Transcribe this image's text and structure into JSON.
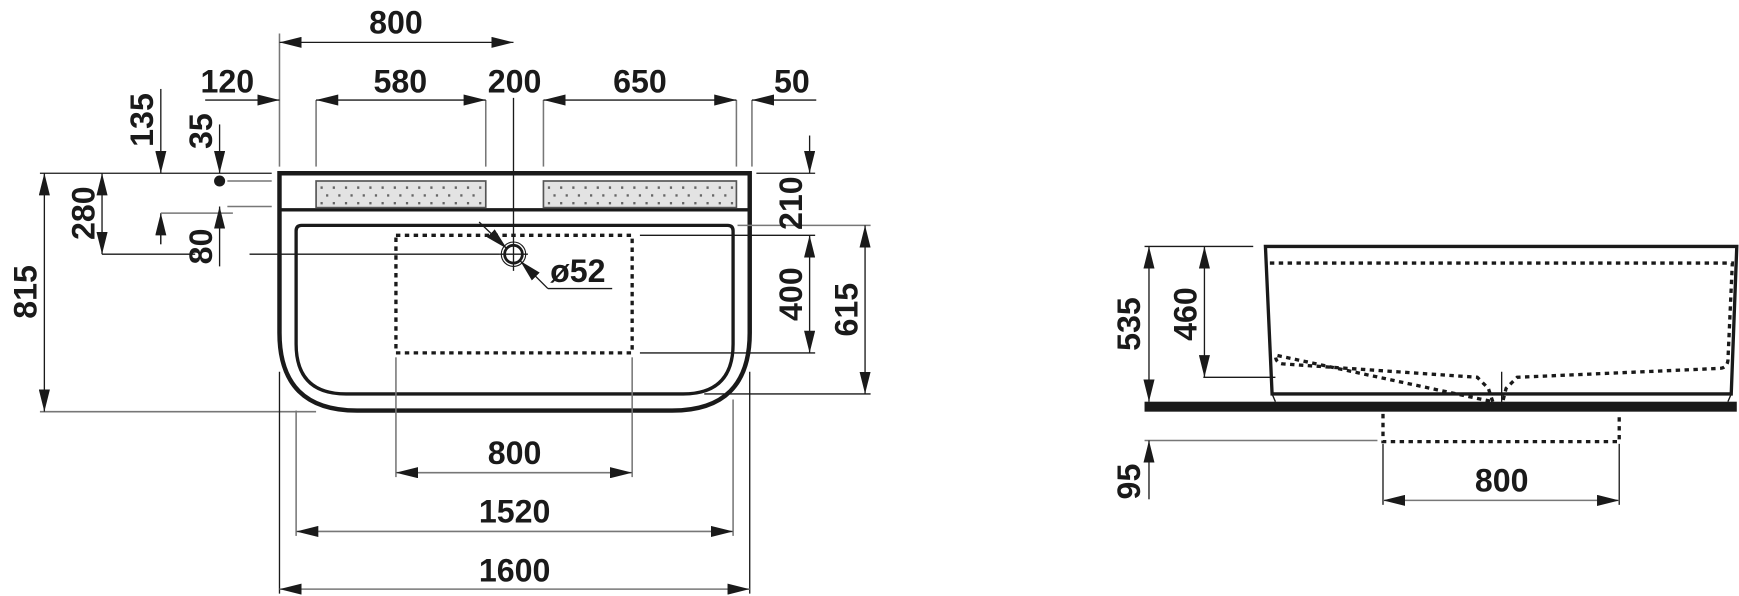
{
  "drawing": {
    "type": "technical dimension drawing",
    "subject": "washbasin",
    "units": "mm",
    "colors": {
      "line": "#1a1a1a",
      "extension_line": "#777777",
      "slot_fill": "#e3e3e3",
      "background": "#ffffff"
    }
  },
  "top_view": {
    "dimensions_top": {
      "overall_to_centre": "800",
      "left_offset": "120",
      "left_slot": "580",
      "centre_gap": "200",
      "right_slot": "650",
      "right_offset": "50"
    },
    "dimensions_left": {
      "rim_to_slot": "135",
      "rim_to_hole": "35",
      "hole_to_slot_edge": "80",
      "rim_to_tap_hole": "280",
      "overall_depth": "815"
    },
    "dimensions_right": {
      "rim_to_bowl": "210",
      "bowl_depth": "400",
      "tap_hole_to_front": "615"
    },
    "tap_hole": {
      "label": "ø52"
    },
    "dimensions_bottom": {
      "cutout_width": "800",
      "bowl_width": "1520",
      "overall_width": "1600"
    }
  },
  "side_view": {
    "dimensions_left": {
      "overall_height": "535",
      "bowl_height": "460",
      "cutout_depth": "95"
    },
    "dimensions_bottom": {
      "cutout_width": "800"
    }
  }
}
